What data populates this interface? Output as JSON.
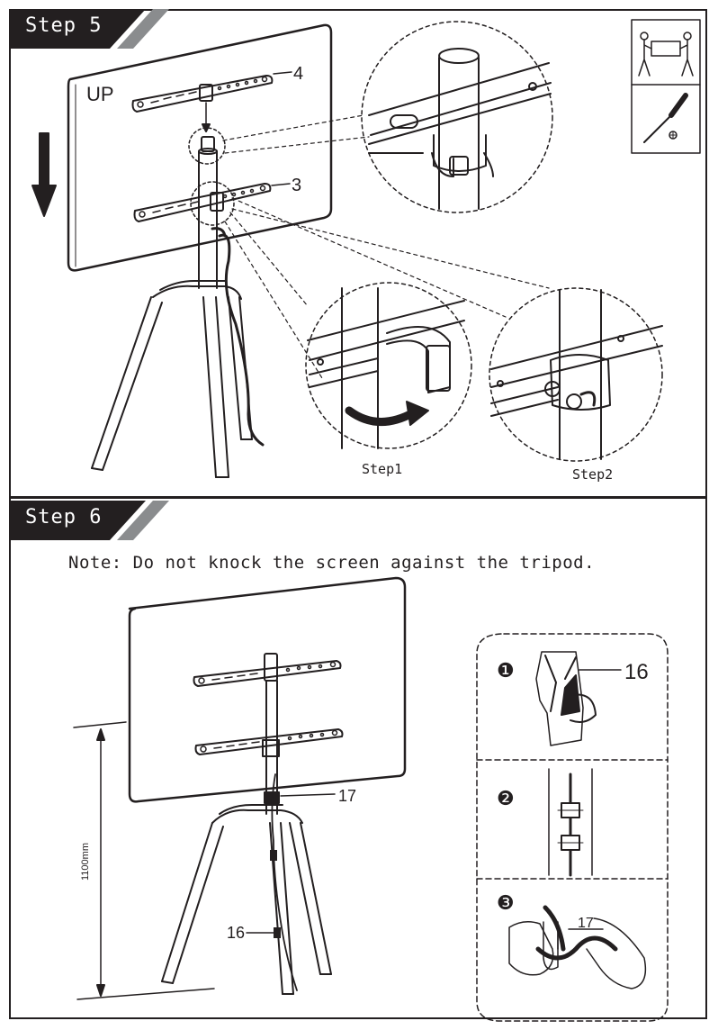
{
  "step5": {
    "title": "Step 5",
    "up_label": "UP",
    "part_top": "4",
    "part_bottom": "3",
    "sub_step1": "Step1",
    "sub_step2": "Step2",
    "icons": [
      "two-person-lift-icon",
      "screwdriver-icon"
    ]
  },
  "step6": {
    "title": "Step 6",
    "note": "Note: Do not knock the screen against the tripod.",
    "height_label": "1100mm",
    "part_clip": "17",
    "part_tie": "16",
    "detail": {
      "n1": "❶",
      "n1_part": "16",
      "n2": "❷",
      "n3": "❸",
      "n3_part": "17"
    }
  },
  "colors": {
    "ink": "#231f20",
    "tab_bg": "#231f20",
    "tab_accent": "#8a8c8e",
    "white": "#ffffff"
  }
}
